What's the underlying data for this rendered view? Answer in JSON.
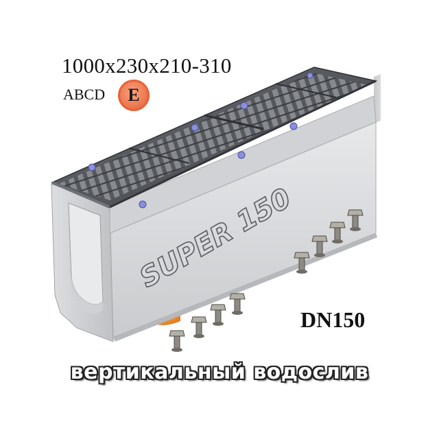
{
  "product": {
    "dimensions": "1000x230x210-310",
    "load_classes": "ABCD",
    "load_class_badge": "E",
    "side_label": "SUPER 150",
    "nominal_diameter": "DN150",
    "caption": "вертикальный водослив"
  },
  "colors": {
    "badge_fill": "#ee7a52",
    "badge_ring": "#e8623a",
    "concrete": "#d4d6d8",
    "grate": "#4a4d52",
    "outlet": "#f0902a",
    "bolt_blue": "#7f86d8"
  },
  "icons": {
    "fastening_bolt": "t-bolt-icon",
    "grate_bolt": "grate-bolt-icon"
  }
}
